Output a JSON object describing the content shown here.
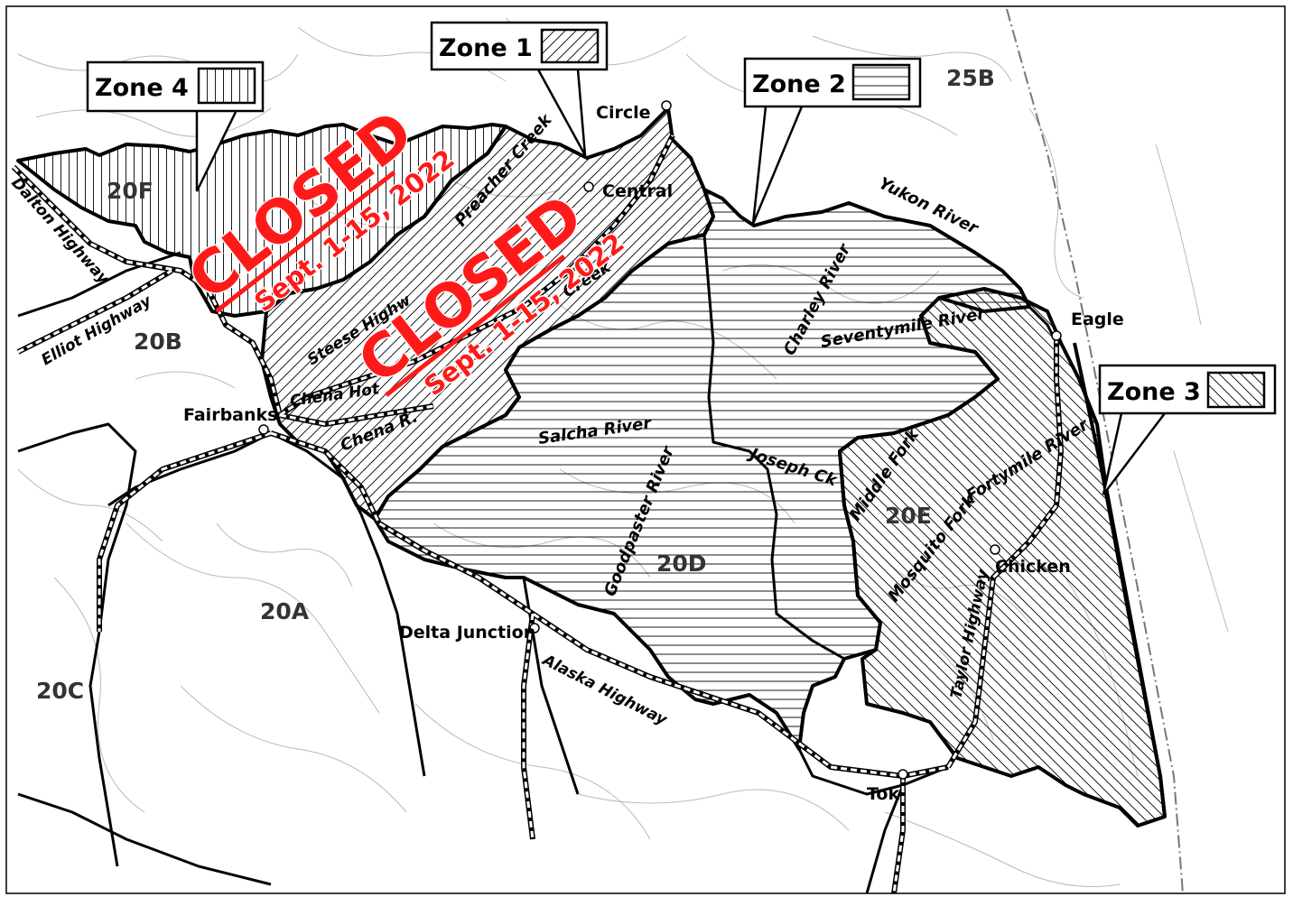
{
  "zones": [
    {
      "id": "zone1",
      "label": "Zone 1",
      "pattern": "diagonal-up"
    },
    {
      "id": "zone2",
      "label": "Zone 2",
      "pattern": "horizontal"
    },
    {
      "id": "zone3",
      "label": "Zone 3",
      "pattern": "diagonal-down"
    },
    {
      "id": "zone4",
      "label": "Zone 4",
      "pattern": "vertical"
    }
  ],
  "closures": [
    {
      "status": "CLOSED",
      "dates": "Sept. 1-15, 2022"
    },
    {
      "status": "CLOSED",
      "dates": "Sept. 1-15, 2022"
    }
  ],
  "units": [
    "20F",
    "20B",
    "20A",
    "20C",
    "20D",
    "20E",
    "25B"
  ],
  "places": [
    "Circle",
    "Central",
    "Eagle",
    "Fairbanks",
    "Chicken",
    "Delta Junction",
    "Tok"
  ],
  "rivers": [
    "Yukon River",
    "Preacher Creek",
    "Charley River",
    "Seventymile River",
    "Salcha River",
    "Goodpaster River",
    "Joseph Ck",
    "Middle Fork",
    "Fortymile River",
    "Mosquito Fork",
    "Chena R.",
    "Creek"
  ],
  "roads": [
    "Dalton Highway",
    "Elliot Highway",
    "Steese Highw",
    "Chena Hot",
    "Alaska Highway",
    "Taylor Highway"
  ],
  "colors": {
    "closure_red": "#ff1a1a",
    "boundary": "#000000",
    "terrain": "#b8b8b8"
  }
}
